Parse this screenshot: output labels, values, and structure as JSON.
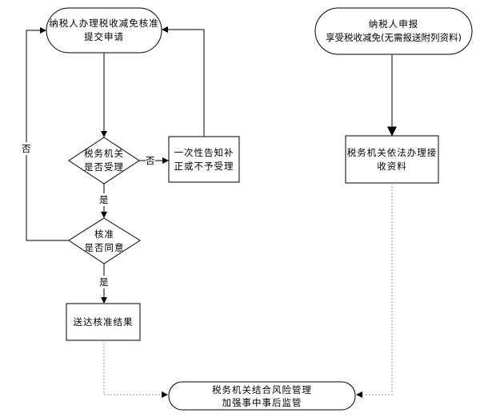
{
  "nodes": {
    "apply": [
      "纳税人办理税收减免核准",
      "提交申请"
    ],
    "declare": [
      "纳税人申报",
      "享受税收减免(无需报送附列资料)"
    ],
    "accept_check": [
      "税务机关",
      "是否受理"
    ],
    "notify": [
      "一次性告知补",
      "正或不予受理"
    ],
    "receive": [
      "税务机关依法办理接",
      "收资料"
    ],
    "approve_check": [
      "核准",
      "是否同意"
    ],
    "deliver": [
      "送达核准结果"
    ],
    "supervise": [
      "税务机关结合风险管理",
      "加强事中事后监管"
    ]
  },
  "labels": {
    "no": "否",
    "yes": "是"
  }
}
